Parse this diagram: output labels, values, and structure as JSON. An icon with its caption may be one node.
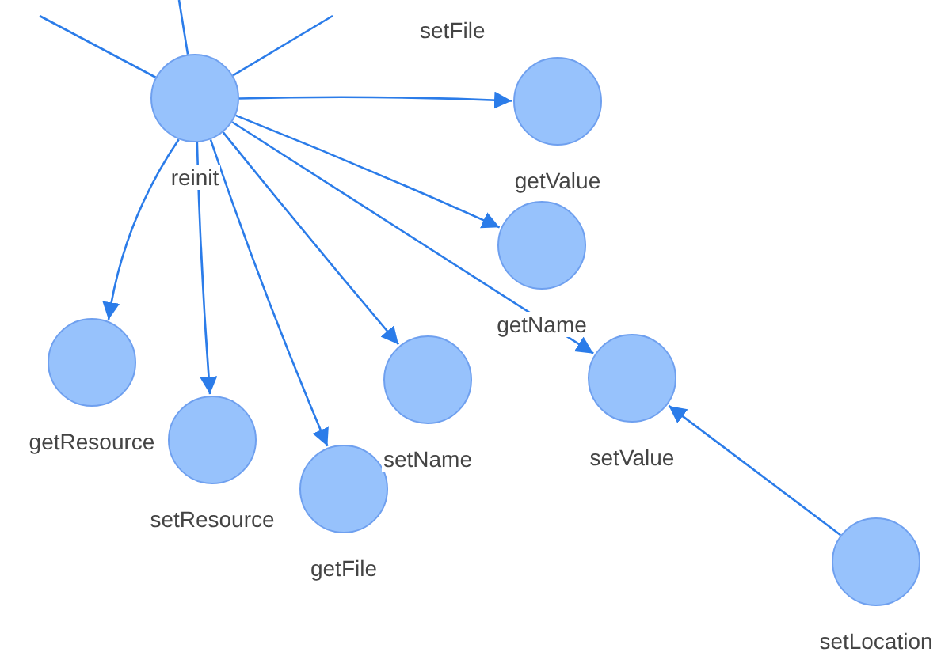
{
  "diagram": {
    "nodes": [
      {
        "text": [
          "reinit"
        ]
      },
      {
        "text": [
          "getValue"
        ]
      },
      {
        "text": [
          "getName"
        ]
      },
      {
        "text": [
          "getResource"
        ]
      },
      {
        "text": [
          "setResource"
        ]
      },
      {
        "text": [
          "getFile"
        ]
      },
      {
        "text": [
          "setName"
        ]
      },
      {
        "text": [
          "setValue"
        ]
      },
      {
        "text": [
          "setLocation"
        ]
      }
    ],
    "edges": [
      {
        "from": 0,
        "to": null,
        "arrow": "none"
      },
      {
        "from": 0,
        "to": null,
        "arrow": "none"
      },
      {
        "from": 0,
        "to": null,
        "arrow": "none"
      },
      {
        "from": 0,
        "to": 1,
        "arrow": "to"
      },
      {
        "from": 0,
        "to": 2,
        "arrow": "to"
      },
      {
        "from": 0,
        "to": 3,
        "arrow": "to"
      },
      {
        "from": 0,
        "to": 4,
        "arrow": "to"
      },
      {
        "from": 0,
        "to": 5,
        "arrow": "to"
      },
      {
        "from": 0,
        "to": 6,
        "arrow": "to"
      },
      {
        "from": 0,
        "to": 7,
        "arrow": "to"
      },
      {
        "from": 8,
        "to": 7,
        "arrow": "to"
      }
    ],
    "labels": [
      "setFile"
    ]
  }
}
